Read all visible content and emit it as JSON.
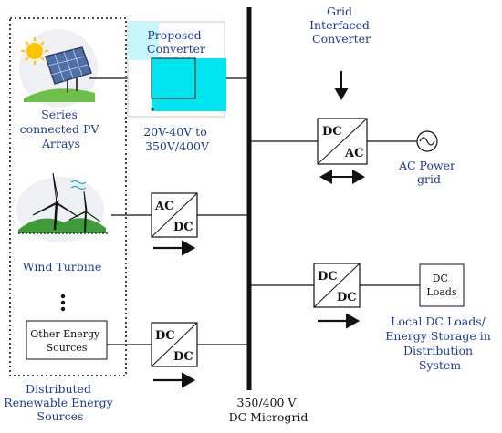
{
  "labels": {
    "proposed_converter": [
      "Proposed",
      "Converter"
    ],
    "grid_interfaced_converter": [
      "Grid",
      "Interfaced",
      "Converter"
    ],
    "pv_arrays": [
      "Series",
      "connected PV",
      "Arrays"
    ],
    "voltage_range": [
      "20V-40V to",
      "350V/400V"
    ],
    "ac_power_grid": [
      "AC Power",
      "grid"
    ],
    "wind_turbine": "Wind Turbine",
    "other_energy_sources": [
      "Other Energy",
      "Sources"
    ],
    "distributed_sources": [
      "Distributed",
      "Renewable Energy",
      "Sources"
    ],
    "dc_microgrid": [
      "350/400 V",
      "DC Microgrid"
    ],
    "dc_loads_box": [
      "DC",
      "Loads"
    ],
    "local_dc_loads": [
      "Local DC Loads/",
      "Energy Storage in",
      "Distribution",
      "System"
    ]
  },
  "converters": {
    "grid": {
      "top": "DC",
      "bottom": "AC"
    },
    "wind": {
      "top": "AC",
      "bottom": "DC"
    },
    "other": {
      "top": "DC",
      "bottom": "DC"
    },
    "load": {
      "top": "DC",
      "bottom": "DC"
    }
  },
  "colors": {
    "label_blue": "#1f3a93",
    "cyan_highlight": "#00e5f0",
    "light_cyan": "#c8f7fb",
    "line": "#111111"
  }
}
